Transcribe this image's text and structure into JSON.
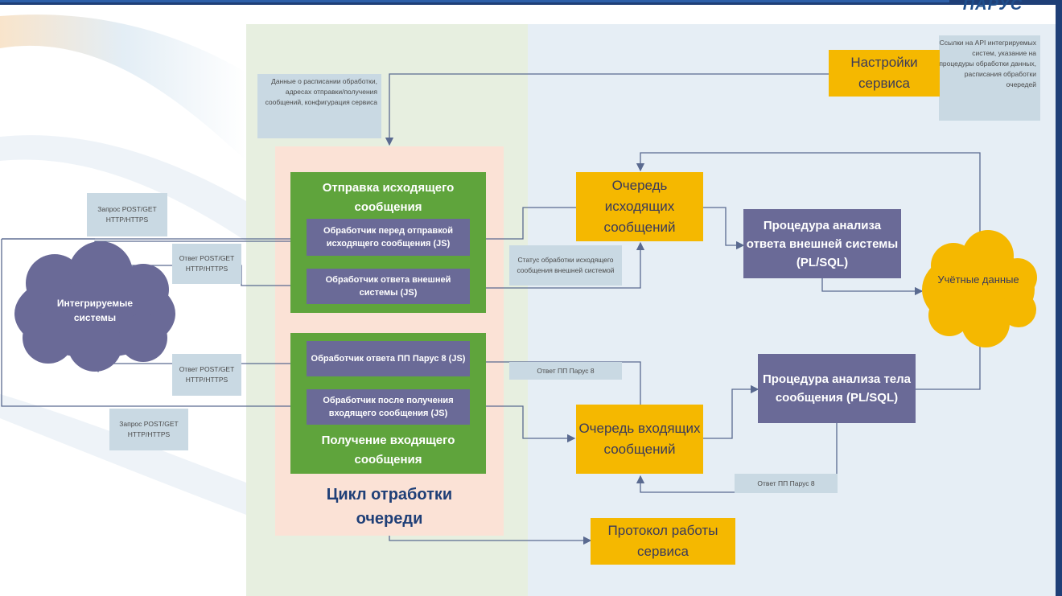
{
  "header": {
    "logo_text": "ПАРУС"
  },
  "colors": {
    "green": "#5fa43c",
    "yellow": "#f5b800",
    "purple": "#6a6a97",
    "note": "#c9d9e3",
    "navy": "#1f3f77"
  },
  "clouds": {
    "integrated": "Интегрируемые системы",
    "accounting": "Учётные данные"
  },
  "outgoing": {
    "title": "Отправка исходящего сообщения",
    "handler_before": "Обработчик перед отправкой исходящего сообщения (JS)",
    "handler_response": "Обработчик ответа внешней системы (JS)"
  },
  "incoming": {
    "title": "Получение входящего сообщения",
    "handler_response": "Обработчик ответа ПП Парус 8 (JS)",
    "handler_after": "Обработчик после получения входящего сообщения (JS)"
  },
  "cycle_label": "Цикл отработки очереди",
  "service_settings": "Настройки сервиса",
  "queue_out": "Очередь исходящих сообщений",
  "queue_in": "Очередь входящих сообщений",
  "proc_response": "Процедура анализа ответа внешней системы (PL/SQL)",
  "proc_body": "Процедура анализа тела сообщения (PL/SQL)",
  "service_log": "Протокол работы сервиса",
  "notes": {
    "schedule": "Данные о расписании обработки, адресах отправки/получения сообщений, конфигурация сервиса",
    "api_links": "Ссылки на API интегрируемых систем, указание на процедуры обработки данных, расписания обработки очередей",
    "request_top": "Запрос POST/GET HTTP/HTTPS",
    "response_top": "Ответ POST/GET HTTP/HTTPS",
    "response_bottom": "Ответ POST/GET HTTP/HTTPS",
    "request_bottom": "Запрос POST/GET HTTP/HTTPS",
    "status": "Статус обработки исходящего сообщения внешней системой",
    "reply_p8_mid": "Ответ ПП Парус 8",
    "reply_p8_bottom": "Ответ ПП Парус 8"
  }
}
